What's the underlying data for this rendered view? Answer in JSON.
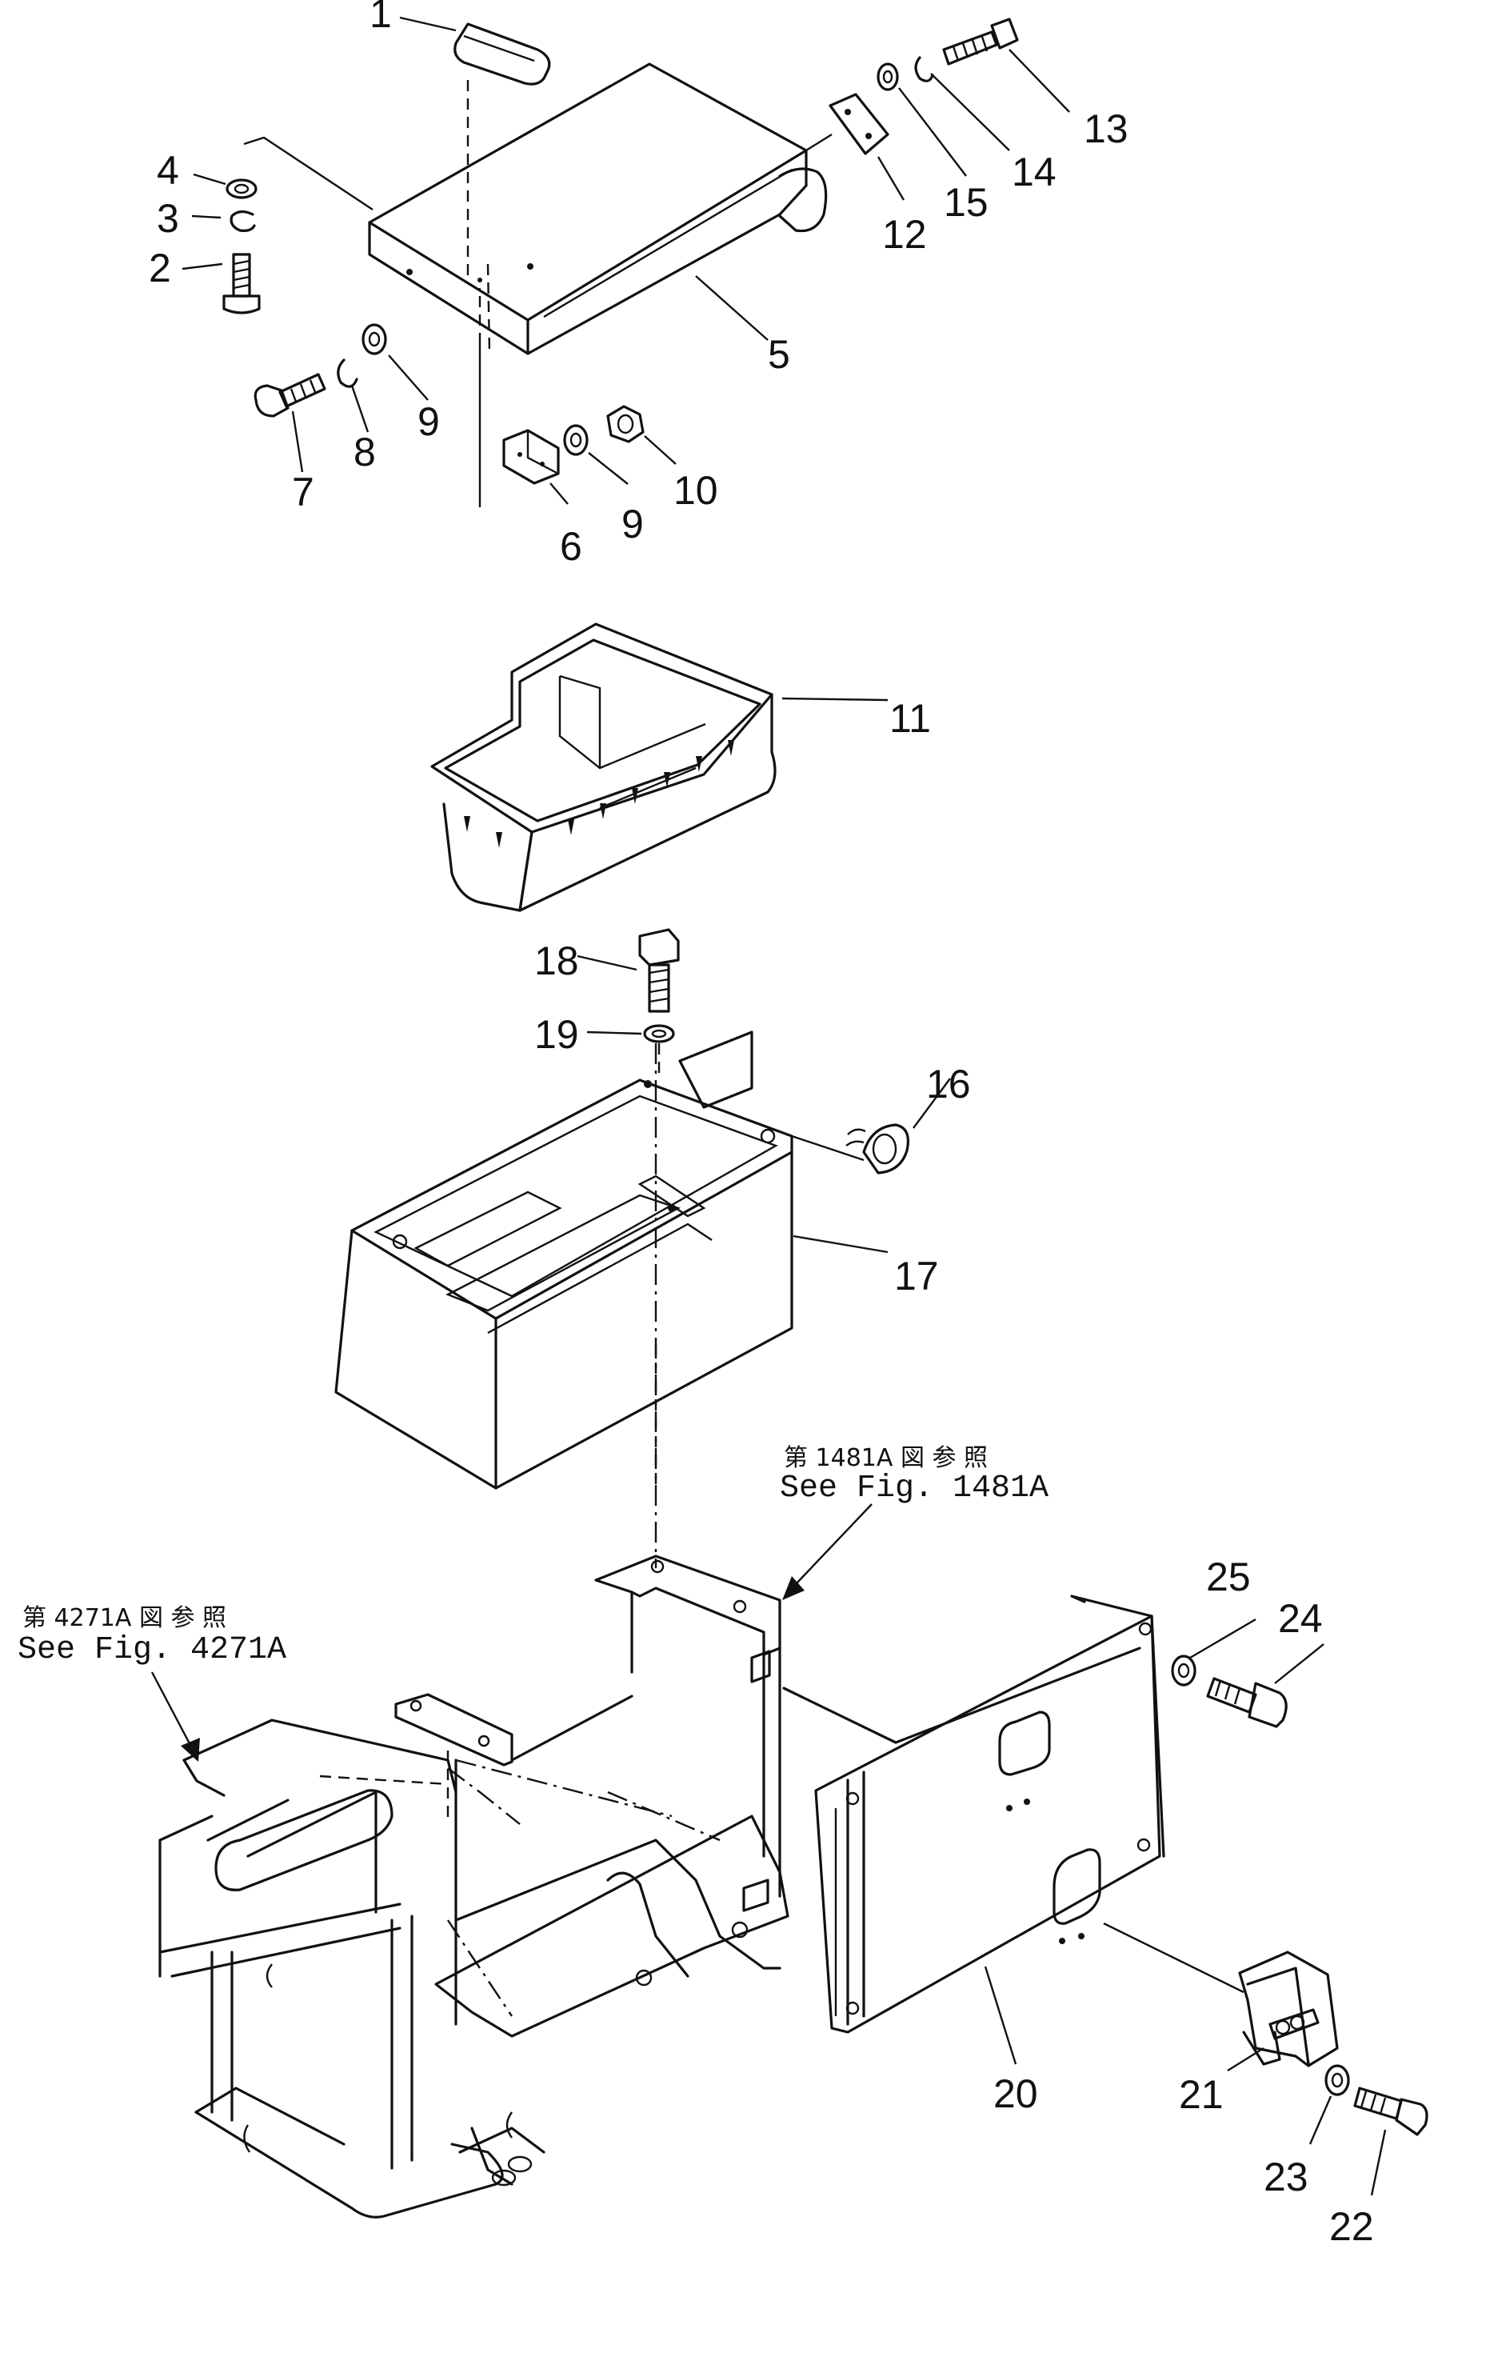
{
  "callouts": {
    "c1": "1",
    "c2": "2",
    "c3": "3",
    "c4": "4",
    "c5": "5",
    "c6": "6",
    "c7": "7",
    "c8": "8",
    "c9a": "9",
    "c9b": "9",
    "c10": "10",
    "c11": "11",
    "c12": "12",
    "c13": "13",
    "c14": "14",
    "c15": "15",
    "c16": "16",
    "c17": "17",
    "c18": "18",
    "c19": "19",
    "c20": "20",
    "c21": "21",
    "c22": "22",
    "c23": "23",
    "c24": "24",
    "c25": "25"
  },
  "references": {
    "fig1481": {
      "jp": "第 1481A 図 参 照",
      "en": "See Fig. 1481A"
    },
    "fig4271": {
      "jp": "第 4271A 図 参 照",
      "en": "See Fig. 4271A"
    }
  }
}
